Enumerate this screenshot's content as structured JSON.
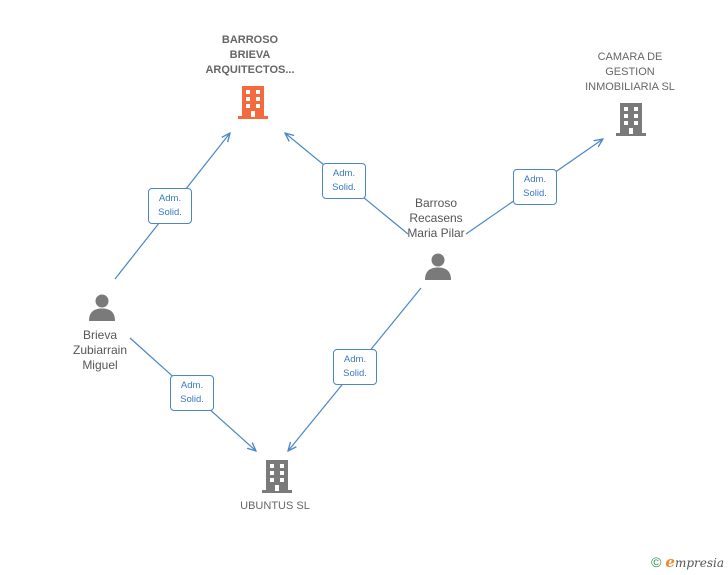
{
  "nodes": {
    "barroso_brieva": {
      "lines": [
        "BARROSO",
        "BRIEVA",
        "ARQUITECTOS..."
      ],
      "type": "company",
      "highlight": true,
      "icon": "building-icon"
    },
    "camara_gestion": {
      "lines": [
        "CAMARA DE",
        "GESTION",
        "INMOBILIARIA SL"
      ],
      "type": "company",
      "highlight": false,
      "icon": "building-icon"
    },
    "ubuntus": {
      "lines": [
        "UBUNTUS SL"
      ],
      "type": "company",
      "highlight": false,
      "icon": "building-icon"
    },
    "barroso_recasens": {
      "lines": [
        "Barroso",
        "Recasens",
        "Maria Pilar"
      ],
      "type": "person",
      "icon": "person-icon"
    },
    "brieva_zubiarrain": {
      "lines": [
        "Brieva",
        "Zubiarrain",
        "Miguel"
      ],
      "type": "person",
      "icon": "person-icon"
    }
  },
  "edges": [
    {
      "from": "brieva_zubiarrain",
      "to": "barroso_brieva",
      "label": [
        "Adm.",
        "Solid."
      ]
    },
    {
      "from": "barroso_recasens",
      "to": "barroso_brieva",
      "label": [
        "Adm.",
        "Solid."
      ]
    },
    {
      "from": "barroso_recasens",
      "to": "camara_gestion",
      "label": [
        "Adm.",
        "Solid."
      ]
    },
    {
      "from": "brieva_zubiarrain",
      "to": "ubuntus",
      "label": [
        "Adm.",
        "Solid."
      ]
    },
    {
      "from": "barroso_recasens",
      "to": "ubuntus",
      "label": [
        "Adm.",
        "Solid."
      ]
    }
  ],
  "colors": {
    "edge": "#4a86c8",
    "company_highlight": "#f26a3d",
    "company": "#7a7a7a",
    "person": "#7a7a7a"
  },
  "footer": {
    "copyright": "©",
    "brand_initial": "e",
    "brand_rest": "mpresia"
  }
}
